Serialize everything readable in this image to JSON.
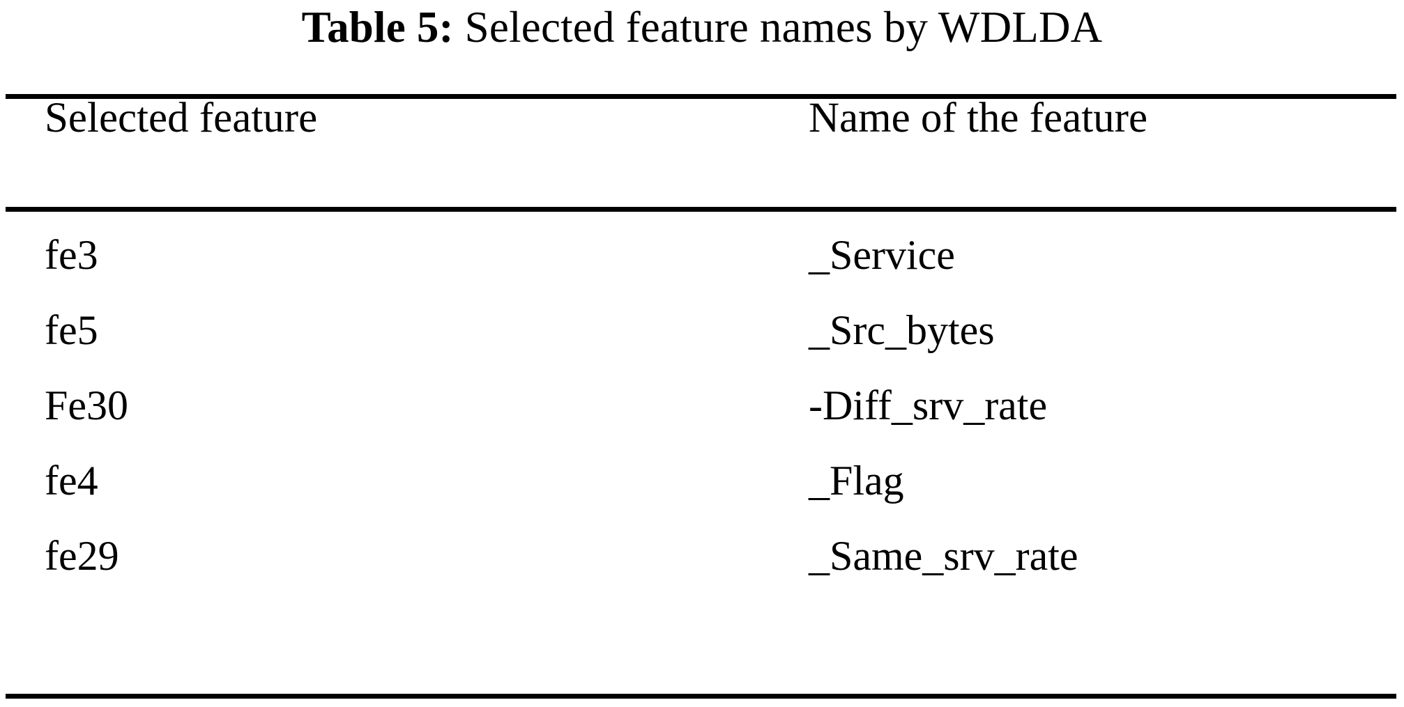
{
  "caption": {
    "label": "Table 5:",
    "text": "Selected feature names by WDLDA"
  },
  "table": {
    "columns": [
      "Selected feature",
      "Name of the feature"
    ],
    "rows": [
      {
        "selected_feature": "fe3",
        "feature_name": "_Service"
      },
      {
        "selected_feature": "fe5",
        "feature_name": "_Src_bytes"
      },
      {
        "selected_feature": "Fe30",
        "feature_name": "-Diff_srv_rate"
      },
      {
        "selected_feature": "fe4",
        "feature_name": "_Flag"
      },
      {
        "selected_feature": "fe29",
        "feature_name": "_Same_srv_rate"
      }
    ]
  },
  "style": {
    "text_color": "#000000",
    "background_color": "#ffffff",
    "rule_color": "#000000"
  }
}
